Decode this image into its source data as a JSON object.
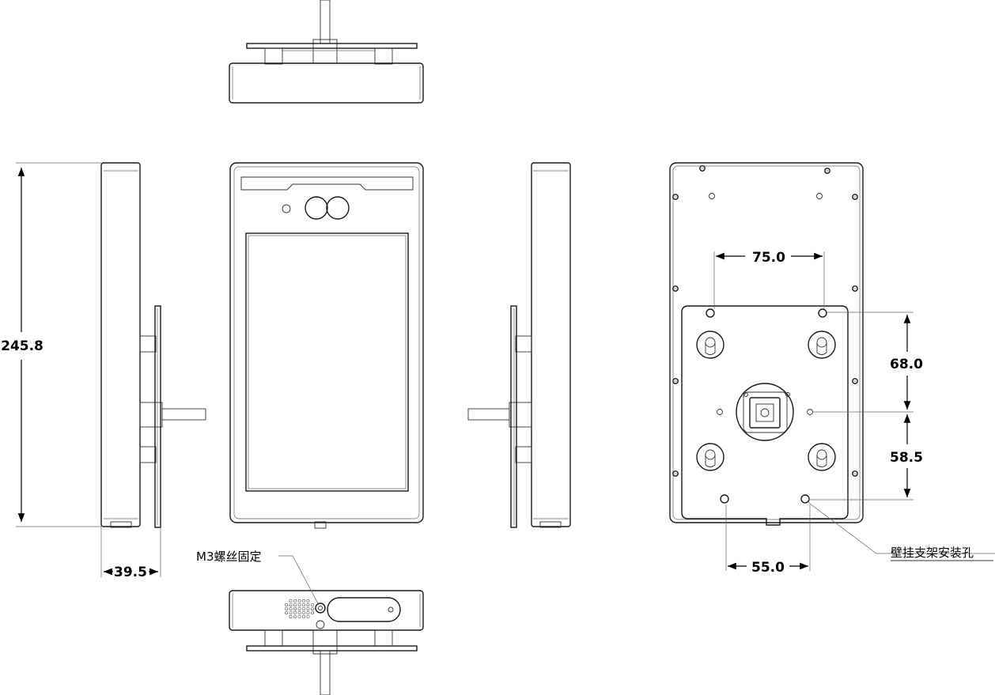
{
  "dimensions": {
    "height": "245.8",
    "depth": "39.5",
    "hole_horizontal_top": "75.0",
    "hole_vertical_upper": "68.0",
    "hole_vertical_lower": "58.5",
    "hole_horizontal_bottom": "55.0"
  },
  "notes": {
    "m3_screw": "M3螺丝固定",
    "wall_bracket_holes": "壁挂支架安装孔"
  }
}
